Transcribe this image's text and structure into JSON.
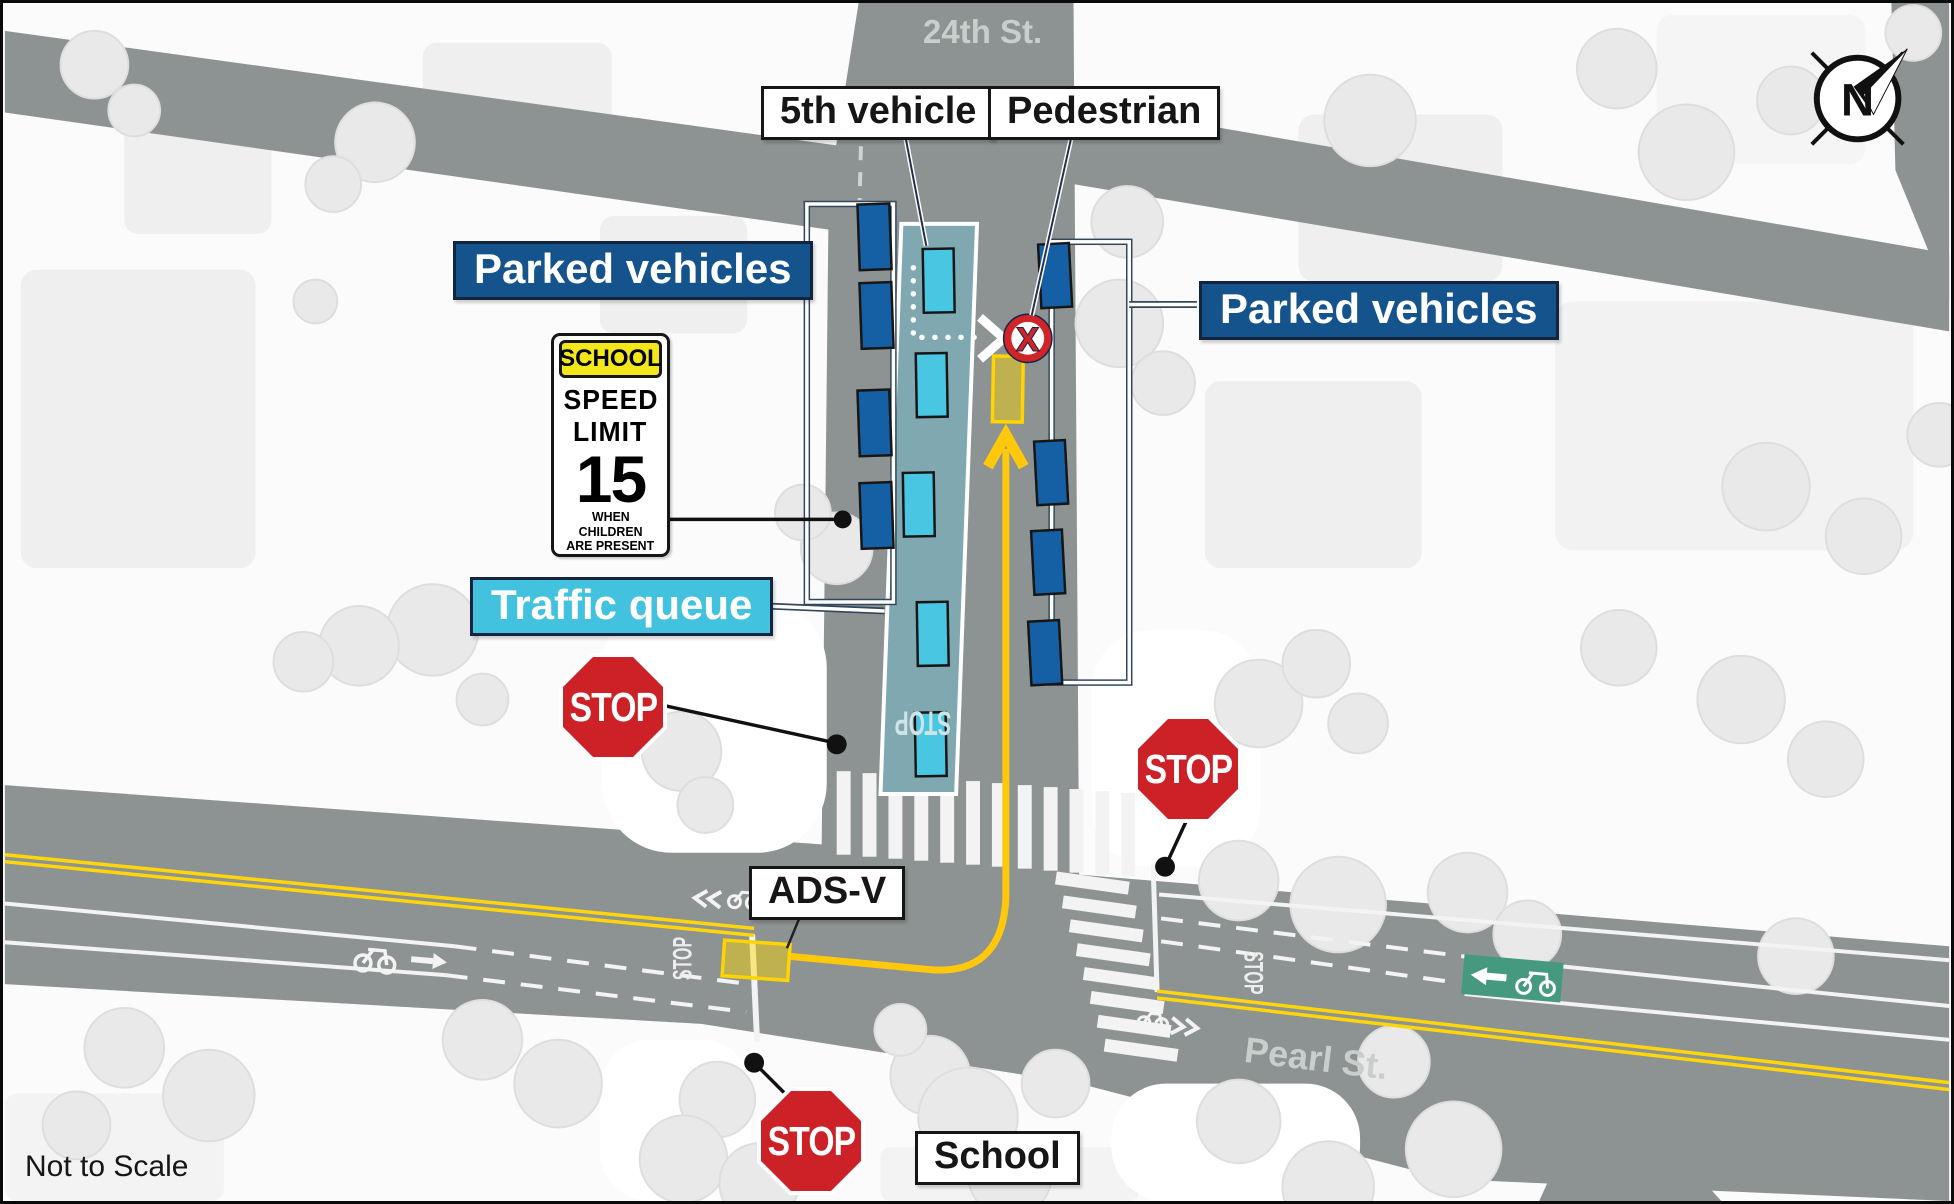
{
  "page": {
    "not_to_scale": "Not to Scale"
  },
  "streets": {
    "vertical": "24th St.",
    "horizontal": "Pearl St."
  },
  "compass": {
    "letter": "N"
  },
  "labels": {
    "fifth_vehicle": "5th vehicle",
    "pedestrian": "Pedestrian",
    "parked_left": "Parked vehicles",
    "parked_right": "Parked vehicles",
    "traffic_queue": "Traffic queue",
    "adsv": "ADS-V",
    "school": "School"
  },
  "signs": {
    "stop": "STOP",
    "school_zone": {
      "header": "SCHOOL",
      "line1": "SPEED",
      "line2": "LIMIT",
      "value": "15",
      "sub1": "WHEN",
      "sub2": "CHILDREN",
      "sub3": "ARE PRESENT"
    }
  },
  "road_markings": {
    "stop_pavement": "STOP"
  },
  "marker": {
    "collision": "X"
  },
  "vehicles": {
    "queued_count": 5,
    "parked_west_count": 4,
    "parked_east_count": 4
  },
  "colors": {
    "road": "#8D9393",
    "parked_vehicle": "#1560A5",
    "queued_vehicle": "#49C7E2",
    "queue_zone": "#7FA8B1",
    "trajectory_yellow": "#FFC80A",
    "adsv_outline": "#FFD400",
    "stop_sign_red": "#CB2127",
    "collision_red": "#D02428",
    "label_blue": "#15538C",
    "label_cyan": "#43C2DF",
    "bike_lane_green": "#44997E"
  }
}
